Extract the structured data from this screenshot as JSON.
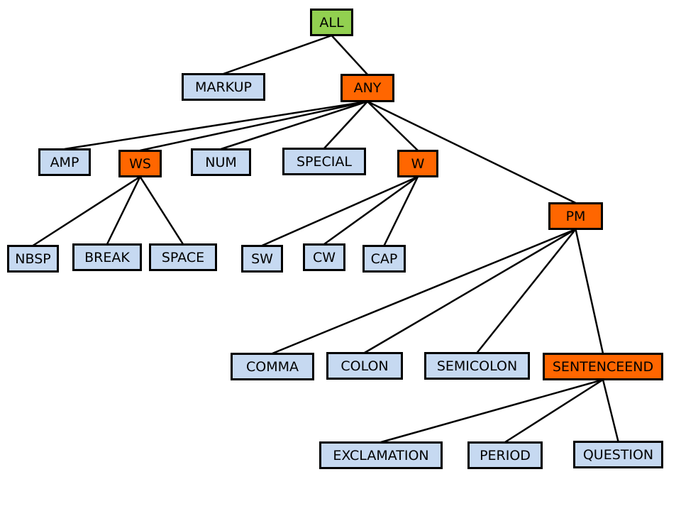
{
  "diagram": {
    "type": "tree",
    "colors": {
      "root": "#92d050",
      "category": "#ff6600",
      "leaf": "#c6d9f1",
      "border": "#000000",
      "edge": "#000000"
    },
    "nodes": [
      {
        "id": "ALL",
        "label": "ALL",
        "kind": "root"
      },
      {
        "id": "MARKUP",
        "label": "MARKUP",
        "kind": "leaf",
        "parent": "ALL"
      },
      {
        "id": "ANY",
        "label": "ANY",
        "kind": "category",
        "parent": "ALL"
      },
      {
        "id": "AMP",
        "label": "AMP",
        "kind": "leaf",
        "parent": "ANY"
      },
      {
        "id": "WS",
        "label": "WS",
        "kind": "category",
        "parent": "ANY"
      },
      {
        "id": "NUM",
        "label": "NUM",
        "kind": "leaf",
        "parent": "ANY"
      },
      {
        "id": "SPECIAL",
        "label": "SPECIAL",
        "kind": "leaf",
        "parent": "ANY"
      },
      {
        "id": "W",
        "label": "W",
        "kind": "category",
        "parent": "ANY"
      },
      {
        "id": "PM",
        "label": "PM",
        "kind": "category",
        "parent": "ANY"
      },
      {
        "id": "NBSP",
        "label": "NBSP",
        "kind": "leaf",
        "parent": "WS"
      },
      {
        "id": "BREAK",
        "label": "BREAK",
        "kind": "leaf",
        "parent": "WS"
      },
      {
        "id": "SPACE",
        "label": "SPACE",
        "kind": "leaf",
        "parent": "WS"
      },
      {
        "id": "SW",
        "label": "SW",
        "kind": "leaf",
        "parent": "W"
      },
      {
        "id": "CW",
        "label": "CW",
        "kind": "leaf",
        "parent": "W"
      },
      {
        "id": "CAP",
        "label": "CAP",
        "kind": "leaf",
        "parent": "W"
      },
      {
        "id": "COMMA",
        "label": "COMMA",
        "kind": "leaf",
        "parent": "PM"
      },
      {
        "id": "COLON",
        "label": "COLON",
        "kind": "leaf",
        "parent": "PM"
      },
      {
        "id": "SEMICOLON",
        "label": "SEMICOLON",
        "kind": "leaf",
        "parent": "PM"
      },
      {
        "id": "SENTENCEEND",
        "label": "SENTENCEEND",
        "kind": "category",
        "parent": "PM"
      },
      {
        "id": "EXCLAMATION",
        "label": "EXCLAMATION",
        "kind": "leaf",
        "parent": "SENTENCEEND"
      },
      {
        "id": "PERIOD",
        "label": "PERIOD",
        "kind": "leaf",
        "parent": "SENTENCEEND"
      },
      {
        "id": "QUESTION",
        "label": "QUESTION",
        "kind": "leaf",
        "parent": "SENTENCEEND"
      }
    ]
  }
}
